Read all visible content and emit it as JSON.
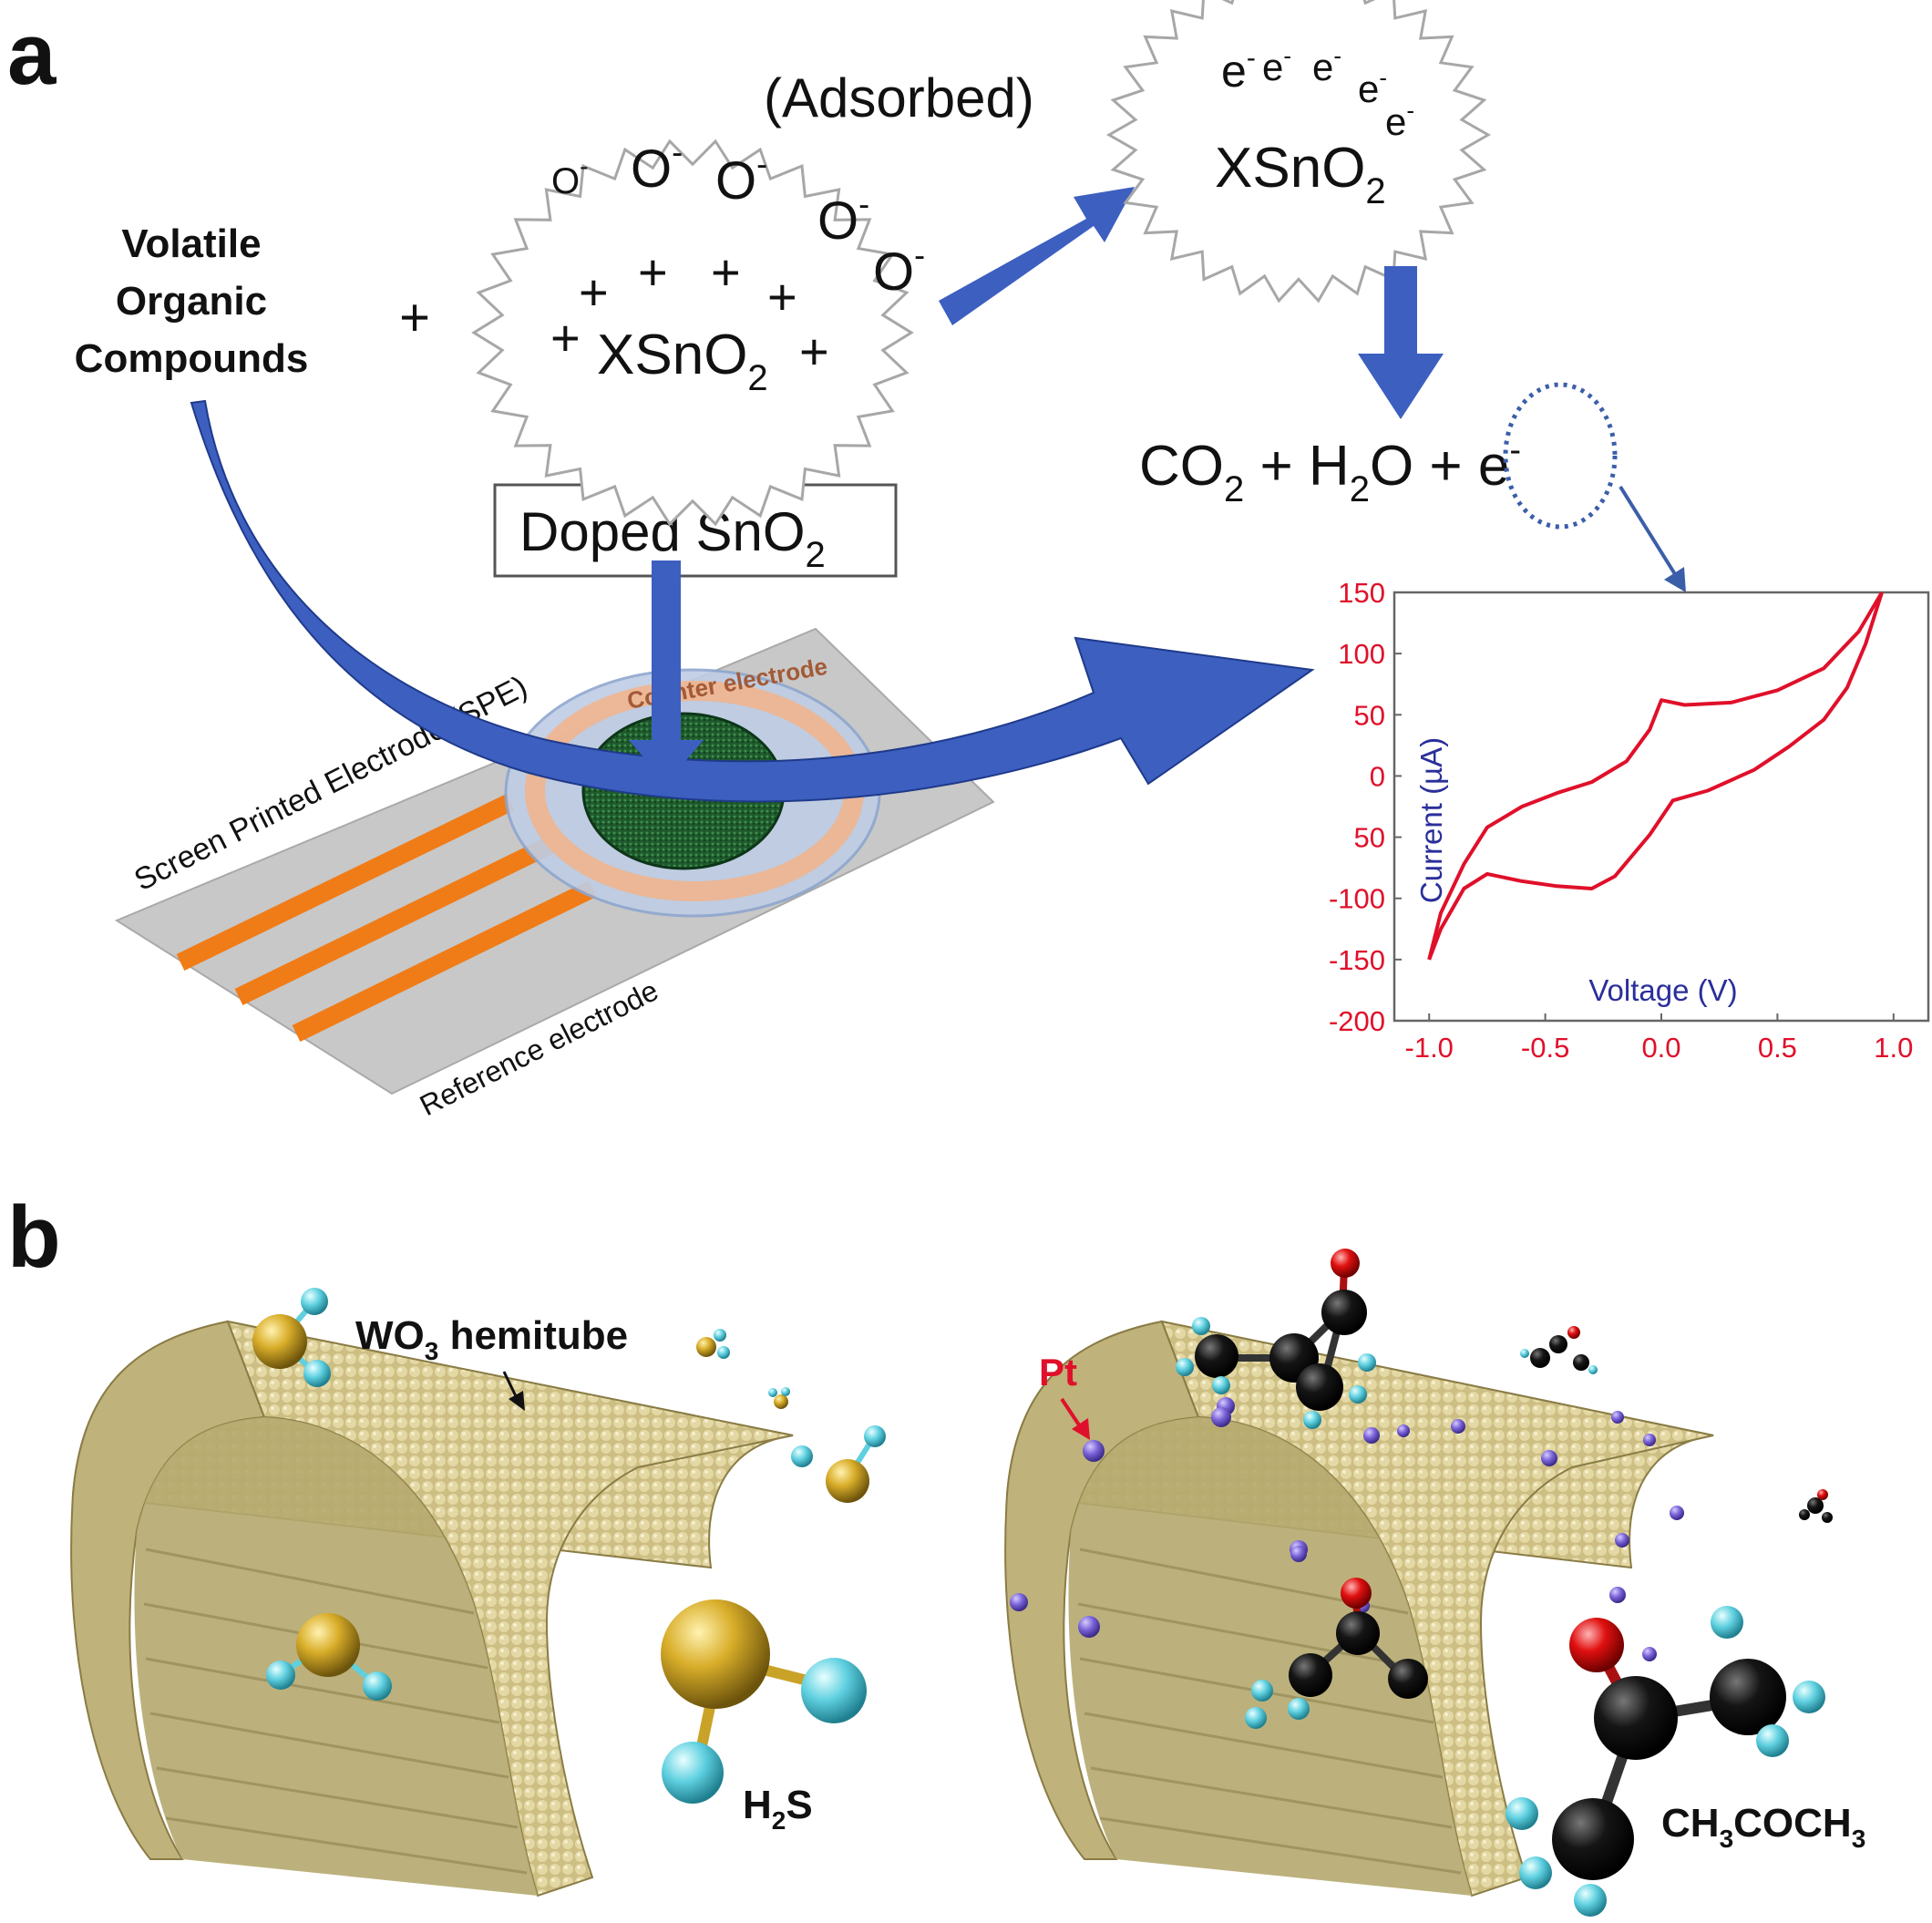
{
  "panel_a": {
    "letter": "a",
    "voc_line1": "Volatile",
    "voc_line2": "Organic",
    "voc_line3": "Compounds",
    "plus": "+",
    "ion_o": "O",
    "minus": "-",
    "adsorbed": "(Adsorbed)",
    "xsno": "XSnO",
    "sub2": "2",
    "electron": "e",
    "doped_box": "Doped SnO",
    "products_co": "CO",
    "products_plus1": " + H",
    "products_o": "O + ",
    "products_e": "e",
    "spe_label": "Screen Printed Electrode (SPE)",
    "ref_label": "Reference electrode",
    "counter_label": "Counter electrode"
  },
  "chart_data": {
    "type": "line",
    "xlabel": "Voltage (V)",
    "ylabel": "Current (µA)",
    "xlim": [
      -1.15,
      1.15
    ],
    "ylim": [
      -200,
      150
    ],
    "xticks": [
      "-1.0",
      "-0.5",
      "0.0",
      "0.5",
      "1.0"
    ],
    "xtick_values": [
      -1.0,
      -0.5,
      0.0,
      0.5,
      1.0
    ],
    "yticks": [
      "150",
      "100",
      "50",
      "0",
      "50",
      "-100",
      "-150",
      "-200"
    ],
    "ytick_values": [
      150,
      100,
      50,
      0,
      -50,
      -100,
      -150,
      -200
    ],
    "color": "#e0102a",
    "series": [
      {
        "x": [
          -1.0,
          -0.95,
          -0.85,
          -0.75,
          -0.6,
          -0.45,
          -0.3,
          -0.15,
          -0.05,
          0.0,
          0.1,
          0.3,
          0.5,
          0.7,
          0.85,
          0.95
        ],
        "y": [
          -150,
          -112,
          -72,
          -42,
          -25,
          -14,
          -5,
          12,
          38,
          62,
          58,
          60,
          70,
          88,
          118,
          150
        ]
      },
      {
        "x": [
          0.95,
          0.88,
          0.8,
          0.7,
          0.55,
          0.4,
          0.2,
          0.05,
          -0.05,
          -0.2,
          -0.3,
          -0.45,
          -0.6,
          -0.75,
          -0.85,
          -0.95,
          -1.0
        ],
        "y": [
          150,
          108,
          72,
          46,
          24,
          5,
          -12,
          -20,
          -48,
          -82,
          -92,
          -90,
          -86,
          -80,
          -92,
          -125,
          -150
        ]
      }
    ]
  },
  "panel_b": {
    "letter": "b",
    "wo3": "WO",
    "wo3_sub": "3",
    "wo3_rest": " hemitube",
    "h2s_h": "H",
    "h2s_sub": "2",
    "h2s_s": "S",
    "pt": "Pt",
    "acetone": "CH",
    "acetone_s1": "3",
    "acetone_mid": "COCH",
    "acetone_s2": "3"
  },
  "colors": {
    "arrow_blue": "#3c5fc0",
    "curve_red": "#e0102a",
    "tube": "#d3c48a",
    "tube_dark": "#8a7c45",
    "sulfur": "#c9a228",
    "hydrogen": "#5fd0e0",
    "carbon": "#111111",
    "oxygen": "#e01010",
    "platinum": "#7a63d8",
    "electrode_orange": "#f07c18"
  }
}
